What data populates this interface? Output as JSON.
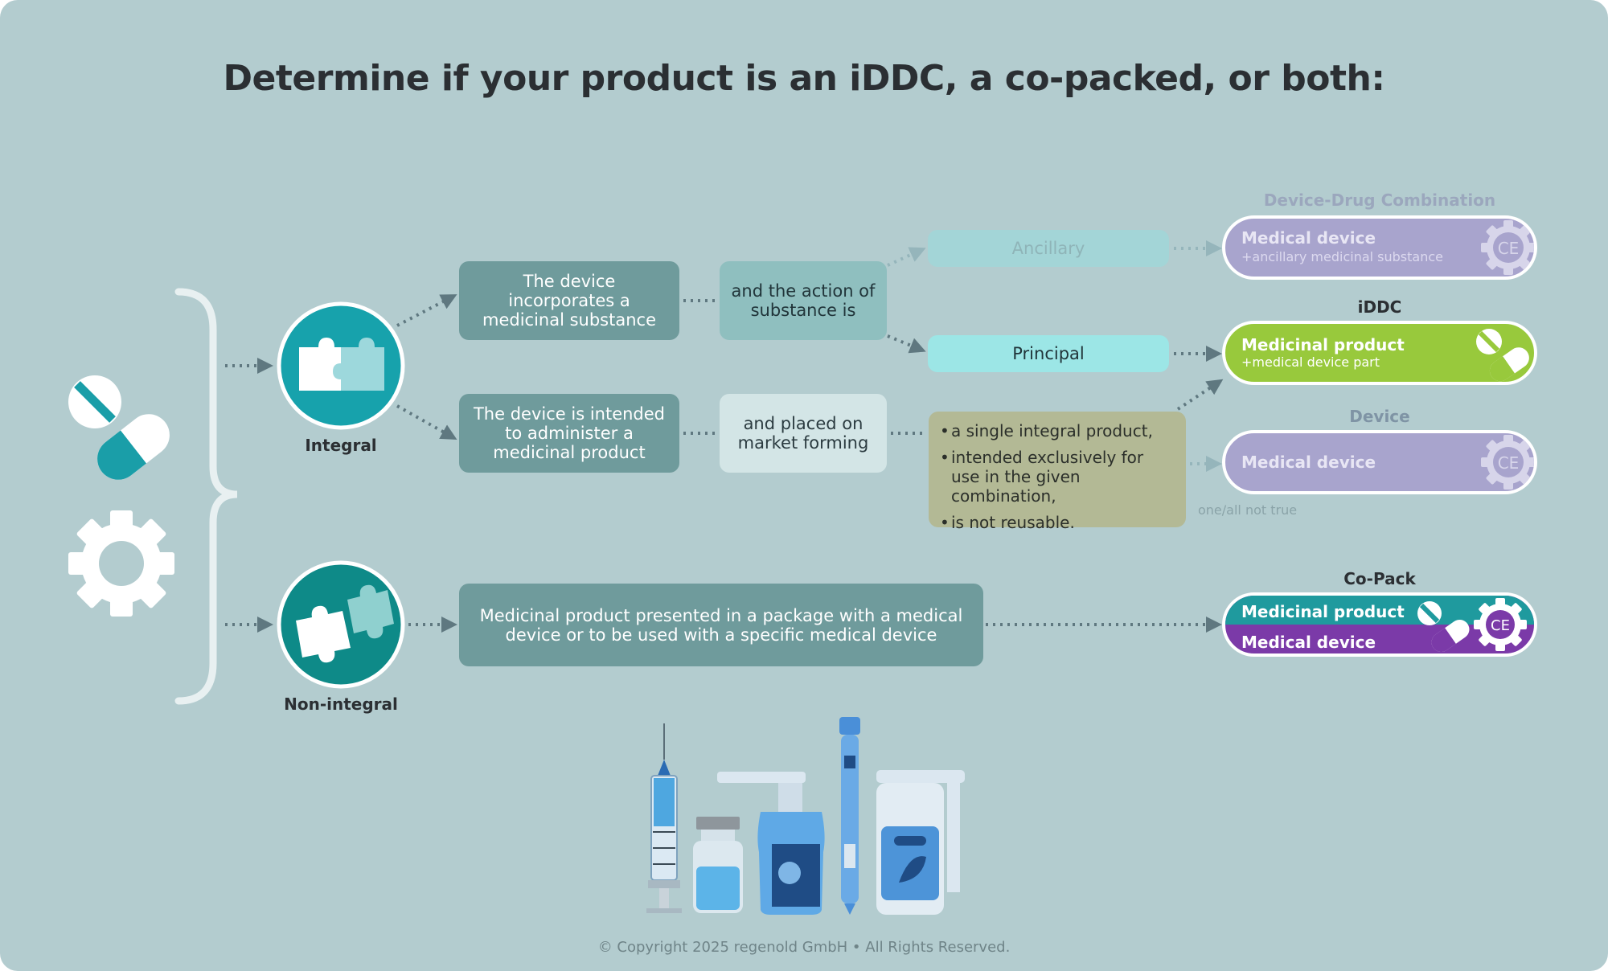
{
  "title": "Determine if your product is an iDDC, a co-packed, or both:",
  "labels": {
    "integral": "Integral",
    "non_integral": "Non-integral"
  },
  "boxes": {
    "incorporates": "The device incorporates a medicinal substance",
    "action": "and the action of substance is",
    "intended": "The device is intended to administer a medicinal product",
    "placed": "and placed on market forming",
    "ancillary": "Ancillary",
    "principal": "Principal",
    "nonintegral": "Medicinal product presented in a package with a medical device or to be used with a specific medical device"
  },
  "conditions": [
    "a single integral product,",
    "intended exclusively for use in the given combination,",
    "is not reusable."
  ],
  "note_not_true": "one/all not true",
  "outcomes": {
    "ddc": {
      "category": "Device-Drug Combination",
      "line1": "Medical device",
      "line2": "+ancillary medicinal substance"
    },
    "iddc": {
      "category": "iDDC",
      "line1": "Medicinal product",
      "line2": "+medical device part"
    },
    "device": {
      "category": "Device",
      "line1": "Medical device"
    },
    "copack": {
      "category": "Co-Pack",
      "line1": "Medicinal product",
      "line2": "Medical device"
    }
  },
  "ce_mark": "CE",
  "copyright": "© Copyright 2025 regenold GmbH • All Rights Reserved.",
  "colors": {
    "background": "#b3cccf",
    "teal_circle": "#17a2ac",
    "dark_teal_circle": "#0e8a88",
    "lavender": "#a8a4cd",
    "lime": "#98c93c",
    "copack_teal": "#1f9a9e",
    "copack_purple": "#7b3aa8"
  }
}
